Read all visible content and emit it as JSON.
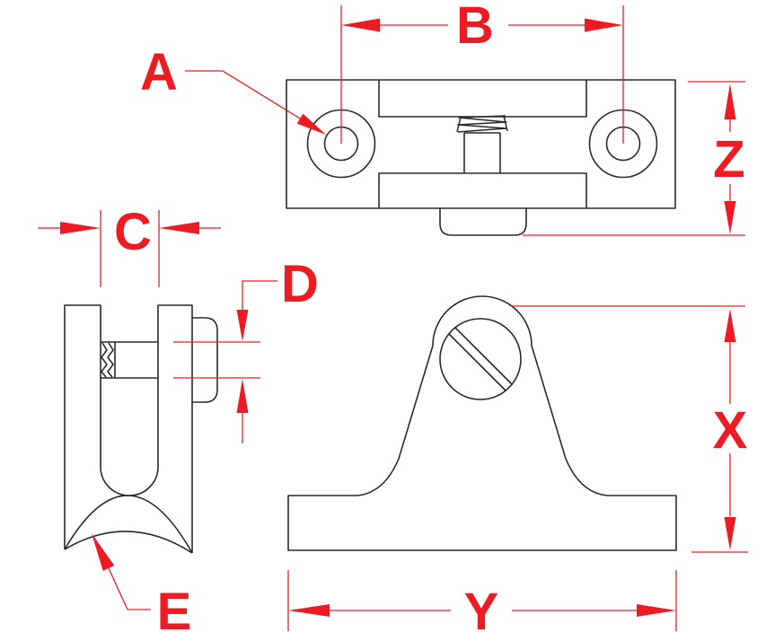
{
  "labels": {
    "a": "A",
    "b": "B",
    "c": "C",
    "d": "D",
    "e": "E",
    "x": "X",
    "y": "Y",
    "z": "Z"
  },
  "colors": {
    "dimension_red": "#ed1c24",
    "geometry": "#2a2a2a",
    "background": "#ffffff"
  }
}
